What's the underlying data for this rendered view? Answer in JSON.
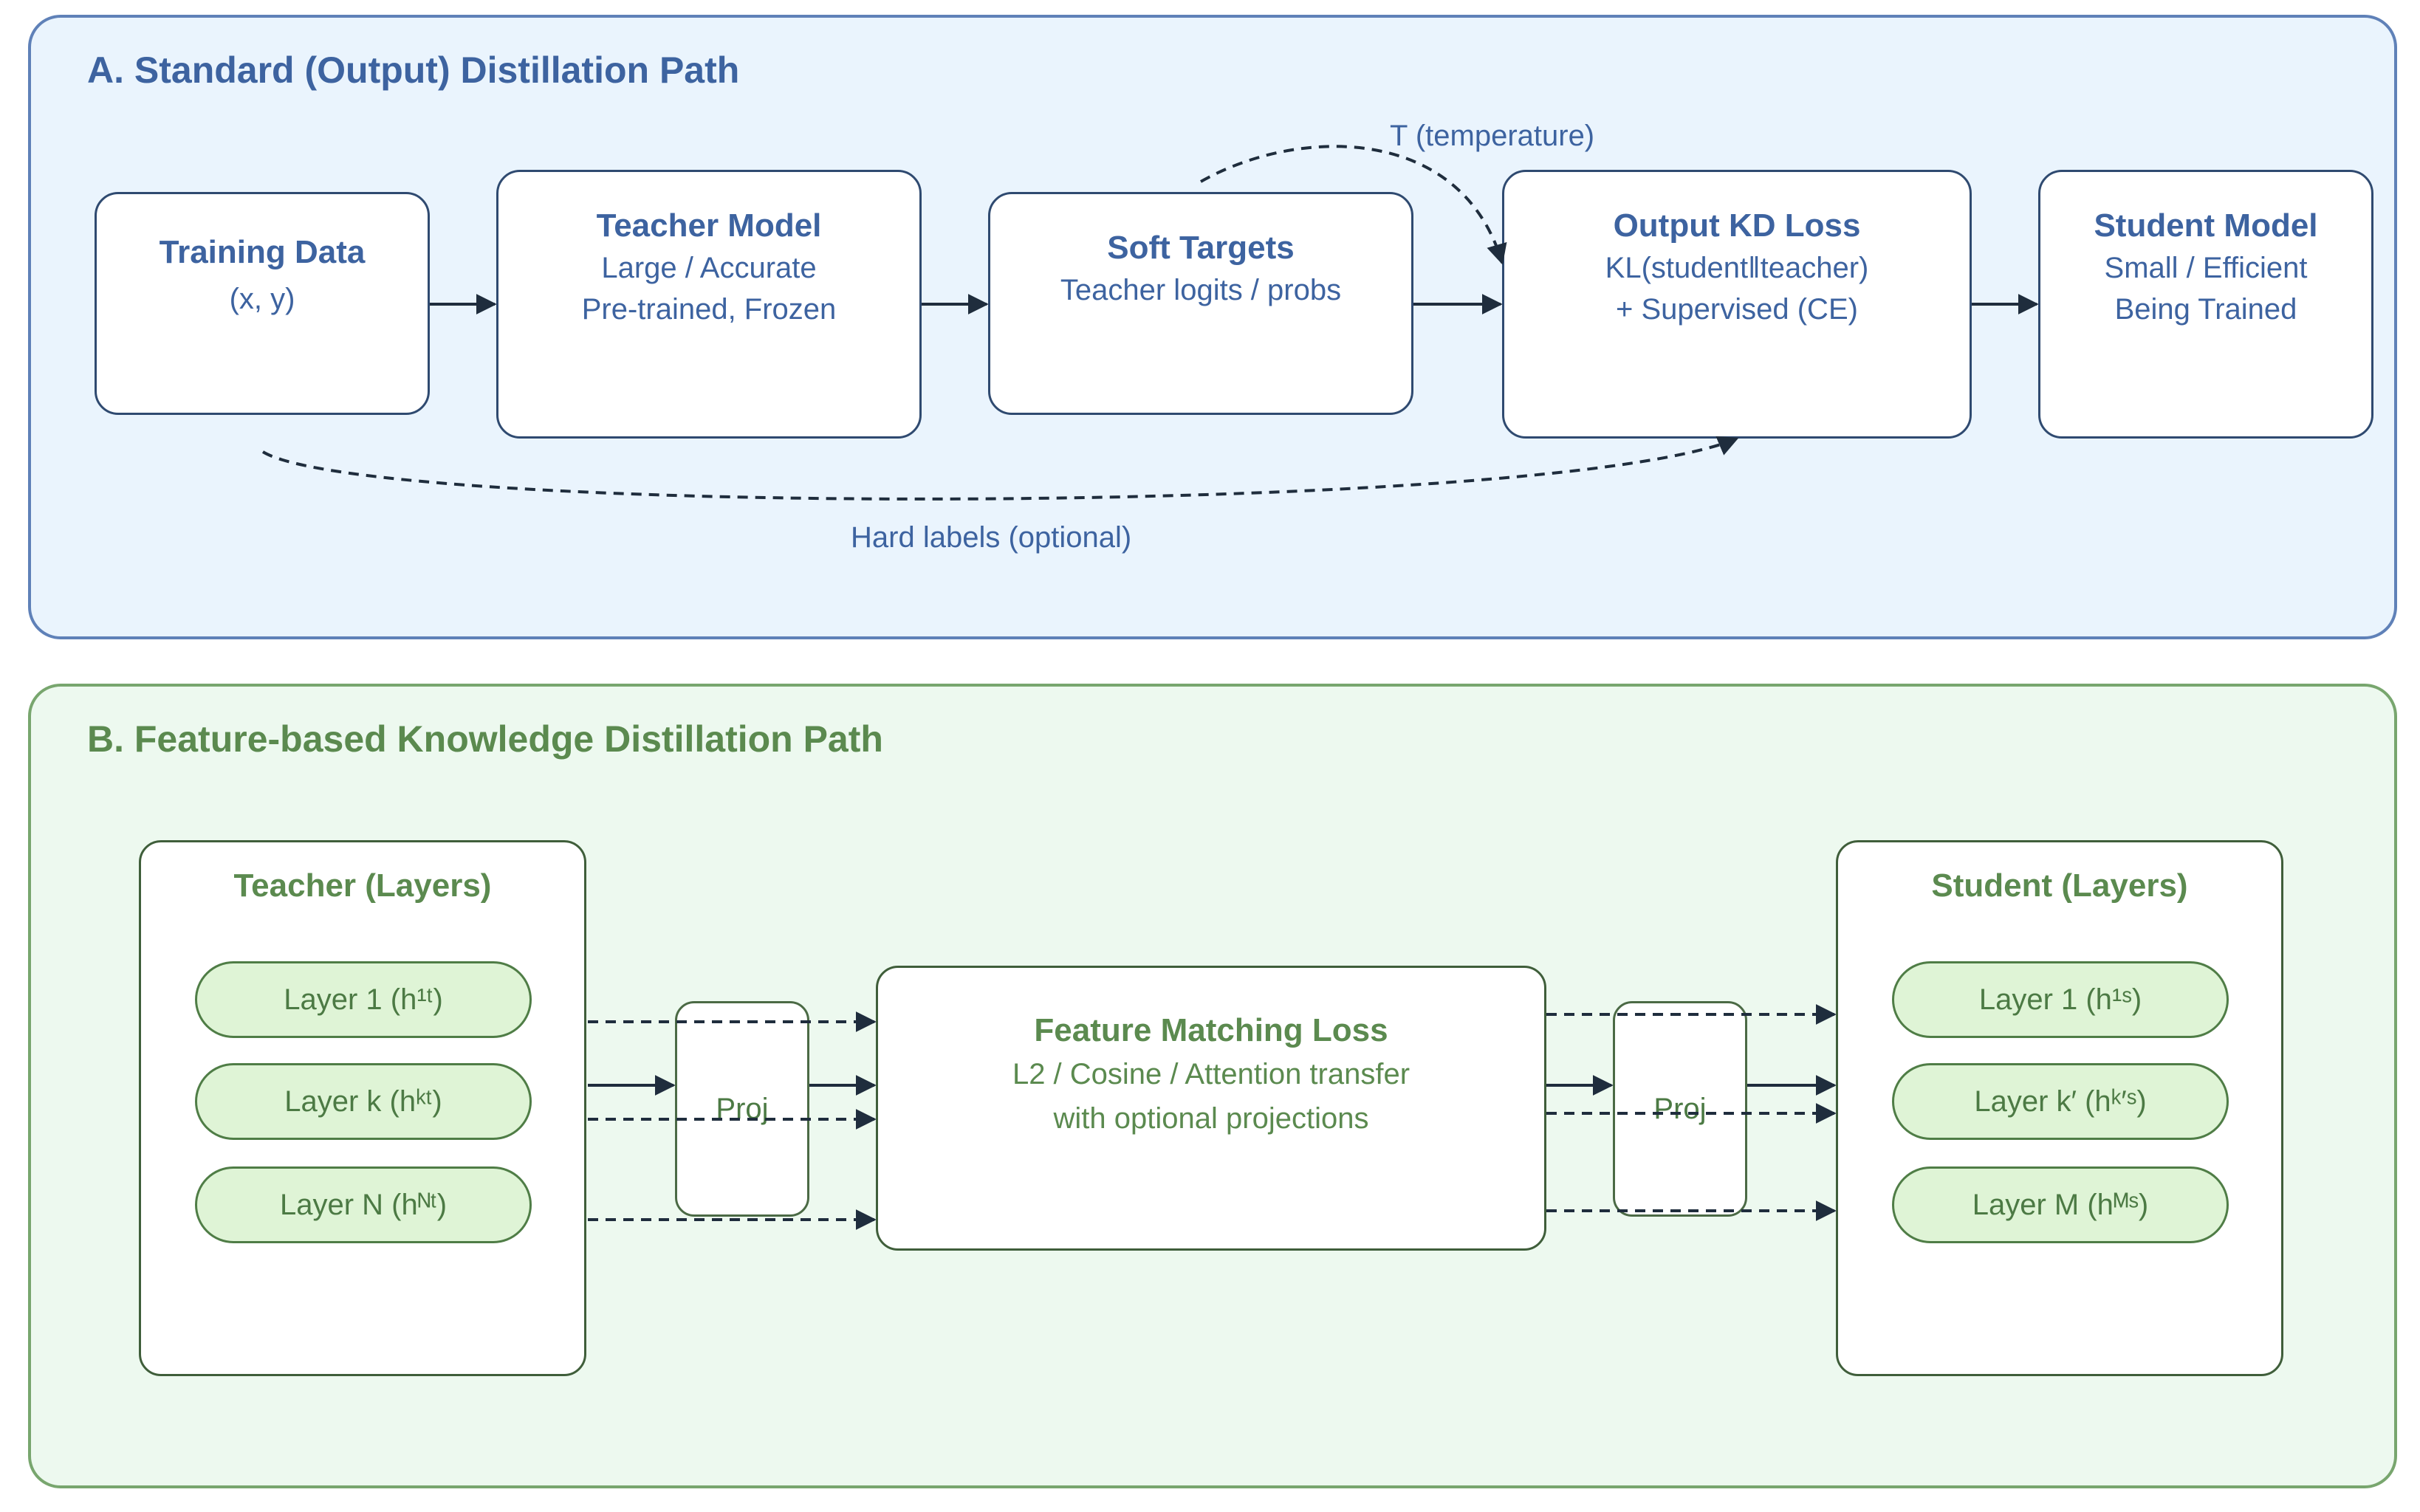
{
  "panel_a": {
    "title": "A. Standard (Output) Distillation Path",
    "training_data": {
      "title": "Training Data",
      "line1": "(x, y)"
    },
    "teacher_model": {
      "title": "Teacher Model",
      "line1": "Large / Accurate",
      "line2": "Pre-trained, Frozen"
    },
    "soft_targets": {
      "title": "Soft Targets",
      "line1": "Teacher logits / probs"
    },
    "output_kd_loss": {
      "title": "Output KD Loss",
      "line1": "KL(student‖teacher)",
      "line2": "+ Supervised (CE)"
    },
    "student_model": {
      "title": "Student Model",
      "line1": "Small / Efficient",
      "line2": "Being Trained"
    },
    "temperature_label": "T (temperature)",
    "hard_labels_label": "Hard labels (optional)"
  },
  "panel_b": {
    "title": "B. Feature-based Knowledge Distillation Path",
    "teacher_layers": {
      "title": "Teacher (Layers)",
      "layers": [
        "Layer 1 (h¹ᵗ)",
        "Layer k (hᵏᵗ)",
        "Layer N (hᴺᵗ)"
      ]
    },
    "student_layers": {
      "title": "Student (Layers)",
      "layers": [
        "Layer 1 (h¹ˢ)",
        "Layer k′ (hᵏ′ˢ)",
        "Layer M (hᴹˢ)"
      ]
    },
    "feature_matching_loss": {
      "title": "Feature Matching Loss",
      "line1": "L2 / Cosine / Attention transfer",
      "line2": "with optional projections"
    },
    "proj_left": "Proj",
    "proj_right": "Proj"
  },
  "colors": {
    "panel_a_bg": "#eaf4fd",
    "panel_a_border": "#5f81b8",
    "panel_a_text": "#3d63a0",
    "panel_b_bg": "#edf9ef",
    "panel_b_border": "#78a66e",
    "panel_b_text": "#5b8a4f",
    "pill_fill": "#dff4d6",
    "arrow": "#1f2d3d"
  }
}
